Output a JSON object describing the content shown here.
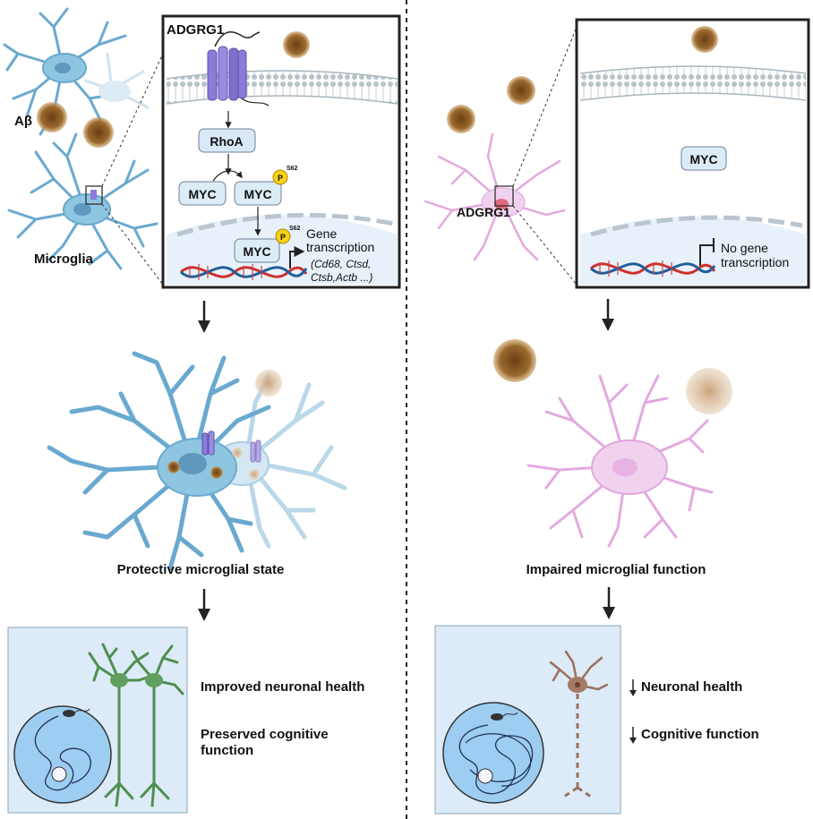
{
  "left": {
    "cell_labels": {
      "abeta": "Aβ",
      "microglia": "Microglia"
    },
    "inset": {
      "receptor": "ADGRG1",
      "rhoa": "RhoA",
      "myc": "MYC",
      "phospho": "P",
      "site": "S62",
      "gene_transcription": [
        "Gene",
        "transcription"
      ],
      "genes": [
        "(Cd68, Ctsd,",
        "Ctsb,Actb ...)"
      ]
    },
    "state": "Protective microglial state",
    "outcomes": [
      "Improved neuronal health",
      "Preserved cognitive",
      "function"
    ]
  },
  "right": {
    "cell_label": "ADGRG1",
    "inset": {
      "myc": "MYC",
      "no_transcription": [
        "No gene",
        "transcription"
      ]
    },
    "state": "Impaired microglial function",
    "outcomes": [
      "Neuronal health",
      "Cognitive function"
    ]
  },
  "colors": {
    "microglia_blue": "#8ec5e0",
    "microglia_pink": "#eac6e8",
    "receptor_purple": "#8b7bd8",
    "phospho_yellow": "#f7d21a",
    "plaque_brown": "#8a5a2b",
    "dna_red": "#d03030",
    "dna_blue": "#1f5f9a",
    "panel_bg": "#dcebf7",
    "neuron_green": "#4f8f4f",
    "neuron_brown": "#9a7060"
  }
}
